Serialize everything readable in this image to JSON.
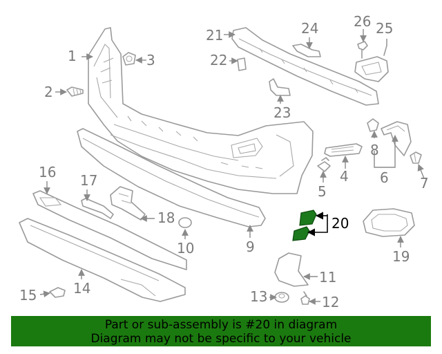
{
  "labels": [
    "1",
    "2",
    "3",
    "4",
    "5",
    "6",
    "7",
    "8",
    "9",
    "10",
    "11",
    "12",
    "13",
    "14",
    "15",
    "16",
    "17",
    "18",
    "19",
    "20",
    "21",
    "22",
    "23",
    "24",
    "25",
    "26"
  ],
  "highlight_part": "20",
  "colors": {
    "highlight": "#1b7a0f",
    "part_stroke": "#9a9a9a",
    "label": "#7a7a7a"
  },
  "banner": {
    "line1": "Part or sub-assembly is #20 in diagram",
    "line2": "Diagram may not be specific to your vehicle"
  }
}
